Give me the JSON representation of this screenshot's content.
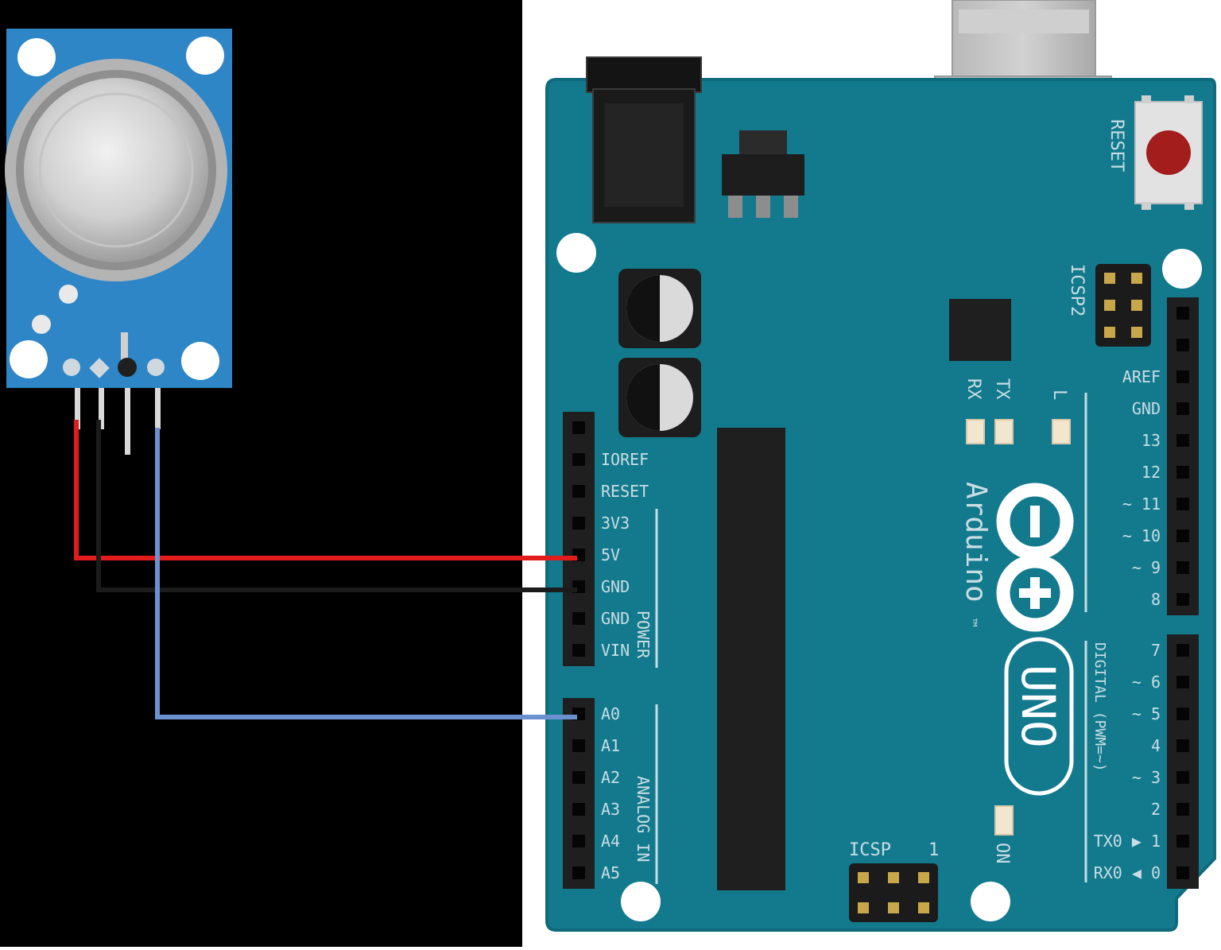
{
  "colors": {
    "background_left": "#000000",
    "background_right": "#ffffff",
    "board": "#137a8e",
    "board_edge": "#0f6a7c",
    "silk": "#c9dde3",
    "header": "#1f1f1f",
    "sensor_pcb": "#2f86c6",
    "wire_5v": "#e21b1b",
    "wire_gnd": "#1b1b1b",
    "wire_signal": "#6b92cf",
    "reset_button": "#a31d1d",
    "led_pad": "#f3e6cf"
  },
  "board": {
    "reset": "RESET",
    "icsp2": "ICSP2",
    "icsp": "ICSP",
    "icsp_pin1": "1",
    "brand": "Arduino",
    "tm": "™",
    "model": "UNO",
    "on": "ON",
    "rx": "RX",
    "tx": "TX",
    "l": "L",
    "power_label": "POWER",
    "analog_label": "ANALOG IN",
    "digital_label": "DIGITAL (PWM=~)",
    "power_pins": [
      "IOREF",
      "RESET",
      "3V3",
      "5V",
      "GND",
      "GND",
      "VIN"
    ],
    "analog_pins": [
      "A0",
      "A1",
      "A2",
      "A3",
      "A4",
      "A5"
    ],
    "digital_top_pins": [
      "AREF",
      "GND",
      "13",
      "12",
      "~ 11",
      "~ 10",
      "~ 9",
      "8"
    ],
    "digital_bottom_pins": [
      "7",
      "~ 6",
      "~ 5",
      "4",
      "~ 3",
      "2",
      "TX0 ▶ 1",
      "RX0 ◀ 0"
    ]
  }
}
